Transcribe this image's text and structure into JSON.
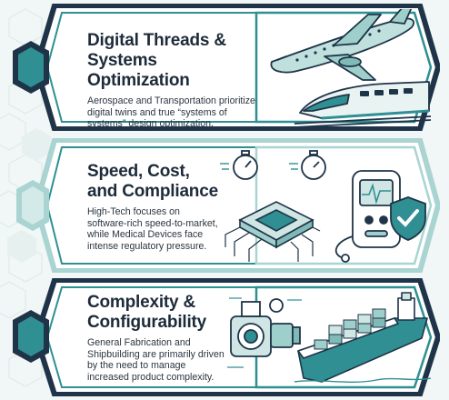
{
  "panels": [
    {
      "title_lines": [
        "Digital Threads &",
        "Systems Optimization"
      ],
      "description_lines": [
        "Aerospace and Transportation prioritize",
        "digital twins and true “systems of",
        "systems” design optimization."
      ],
      "icons": [
        "airplane-icon",
        "high-speed-train-icon"
      ]
    },
    {
      "title_lines": [
        "Speed, Cost,",
        "and Compliance"
      ],
      "description_lines": [
        "High-Tech focuses on",
        "software-rich speed-to-market,",
        "while Medical Devices face",
        "intense regulatory pressure."
      ],
      "icons": [
        "stopwatch-icon",
        "microchip-icon",
        "medical-device-icon",
        "shield-check-icon"
      ]
    },
    {
      "title_lines": [
        "Complexity &",
        "Configurability"
      ],
      "description_lines": [
        "General Fabrication and",
        "Shipbuilding are primarily driven",
        "by the need to manage",
        "increased product complexity."
      ],
      "icons": [
        "mechanical-part-icon",
        "cargo-ship-icon"
      ]
    }
  ],
  "colors": {
    "navy": "#1f3448",
    "teal": "#2f8f92",
    "light_teal": "#a9d4d2",
    "panel_fill": "#ffffff",
    "background": "#f1f6f6"
  }
}
